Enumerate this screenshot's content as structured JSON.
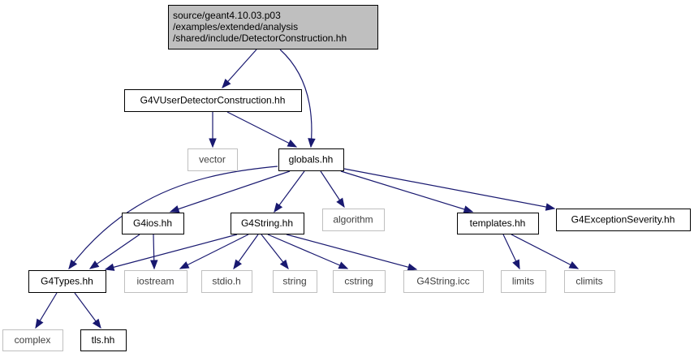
{
  "colors": {
    "root_fill": "#bfbfbf",
    "node_stroke": "#000000",
    "system_stroke": "#bfbfbf",
    "node_text": "#000000",
    "system_text": "#404040",
    "edge": "#191970"
  },
  "nodes": [
    {
      "id": "root",
      "kind": "root",
      "lines": [
        "source/geant4.10.03.p03",
        "/examples/extended/analysis",
        "/shared/include/DetectorConstruction.hh"
      ]
    },
    {
      "id": "g4vuser",
      "kind": "normal",
      "lines": [
        "G4VUserDetectorConstruction.hh"
      ]
    },
    {
      "id": "vector",
      "kind": "system",
      "lines": [
        "vector"
      ]
    },
    {
      "id": "globals",
      "kind": "normal",
      "lines": [
        "globals.hh"
      ]
    },
    {
      "id": "g4ios",
      "kind": "normal",
      "lines": [
        "G4ios.hh"
      ]
    },
    {
      "id": "g4string",
      "kind": "normal",
      "lines": [
        "G4String.hh"
      ]
    },
    {
      "id": "algorithm",
      "kind": "system",
      "lines": [
        "algorithm"
      ]
    },
    {
      "id": "templates",
      "kind": "normal",
      "lines": [
        "templates.hh"
      ]
    },
    {
      "id": "g4exception",
      "kind": "normal",
      "lines": [
        "G4ExceptionSeverity.hh"
      ]
    },
    {
      "id": "g4types",
      "kind": "normal",
      "lines": [
        "G4Types.hh"
      ]
    },
    {
      "id": "iostream",
      "kind": "system",
      "lines": [
        "iostream"
      ]
    },
    {
      "id": "stdio",
      "kind": "system",
      "lines": [
        "stdio.h"
      ]
    },
    {
      "id": "string",
      "kind": "system",
      "lines": [
        "string"
      ]
    },
    {
      "id": "cstring",
      "kind": "system",
      "lines": [
        "cstring"
      ]
    },
    {
      "id": "g4stringicc",
      "kind": "system",
      "lines": [
        "G4String.icc"
      ]
    },
    {
      "id": "limits",
      "kind": "system",
      "lines": [
        "limits"
      ]
    },
    {
      "id": "climits",
      "kind": "system",
      "lines": [
        "climits"
      ]
    },
    {
      "id": "complex",
      "kind": "system",
      "lines": [
        "complex"
      ]
    },
    {
      "id": "tls",
      "kind": "normal",
      "lines": [
        "tls.hh"
      ]
    }
  ],
  "edges": [
    {
      "from": "root",
      "to": "g4vuser"
    },
    {
      "from": "root",
      "to": "globals"
    },
    {
      "from": "g4vuser",
      "to": "vector"
    },
    {
      "from": "g4vuser",
      "to": "globals"
    },
    {
      "from": "globals",
      "to": "g4types"
    },
    {
      "from": "globals",
      "to": "g4ios"
    },
    {
      "from": "globals",
      "to": "g4string"
    },
    {
      "from": "globals",
      "to": "algorithm"
    },
    {
      "from": "globals",
      "to": "templates"
    },
    {
      "from": "globals",
      "to": "g4exception"
    },
    {
      "from": "g4ios",
      "to": "g4types"
    },
    {
      "from": "g4ios",
      "to": "iostream"
    },
    {
      "from": "g4string",
      "to": "g4types"
    },
    {
      "from": "g4string",
      "to": "iostream"
    },
    {
      "from": "g4string",
      "to": "stdio"
    },
    {
      "from": "g4string",
      "to": "string"
    },
    {
      "from": "g4string",
      "to": "cstring"
    },
    {
      "from": "g4string",
      "to": "g4stringicc"
    },
    {
      "from": "templates",
      "to": "limits"
    },
    {
      "from": "templates",
      "to": "climits"
    },
    {
      "from": "g4types",
      "to": "complex"
    },
    {
      "from": "g4types",
      "to": "tls"
    }
  ]
}
